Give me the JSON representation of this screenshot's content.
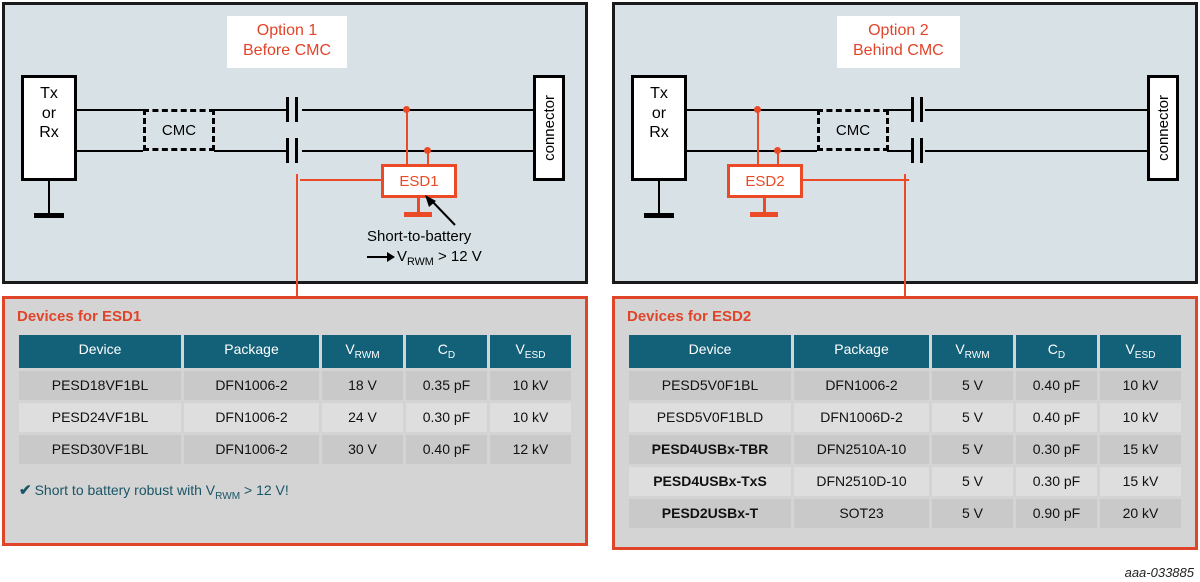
{
  "doc_id": "aaa-033885",
  "panels": [
    {
      "id": "left",
      "option_label": "Option 1\nBefore CMC",
      "source_block": "Tx\nor\nRx",
      "cmc_label": "CMC",
      "connector_label": "connector",
      "esd_label": "ESD1",
      "annotation_line1": "Short-to-battery",
      "annotation_line2_prefix": "V",
      "annotation_line2_sub": "RWM",
      "annotation_line2_suffix": " > 12 V"
    },
    {
      "id": "right",
      "option_label": "Option 2\nBehind CMC",
      "source_block": "Tx\nor\nRx",
      "cmc_label": "CMC",
      "connector_label": "connector",
      "esd_label": "ESD2"
    }
  ],
  "tables": [
    {
      "id": "esd1",
      "title": "Devices for ESD1",
      "columns": [
        {
          "label": "Device",
          "sub": ""
        },
        {
          "label": "Package",
          "sub": ""
        },
        {
          "label": "V",
          "sub": "RWM"
        },
        {
          "label": "C",
          "sub": "D"
        },
        {
          "label": "V",
          "sub": "ESD"
        }
      ],
      "rows": [
        {
          "device": "PESD18VF1BL",
          "highlight": false,
          "package": "DFN1006-2",
          "vrwm": "18 V",
          "cd": "0.35 pF",
          "vesd": "10 kV"
        },
        {
          "device": "PESD24VF1BL",
          "highlight": false,
          "package": "DFN1006-2",
          "vrwm": "24 V",
          "cd": "0.30 pF",
          "vesd": "10 kV"
        },
        {
          "device": "PESD30VF1BL",
          "highlight": false,
          "package": "DFN1006-2",
          "vrwm": "30 V",
          "cd": "0.40 pF",
          "vesd": "12 kV"
        }
      ],
      "note": {
        "check": "✔",
        "text_before": "Short to battery robust with V",
        "sub": "RWM",
        "text_after": " > 12 V!"
      }
    },
    {
      "id": "esd2",
      "title": "Devices for ESD2",
      "columns": [
        {
          "label": "Device",
          "sub": ""
        },
        {
          "label": "Package",
          "sub": ""
        },
        {
          "label": "V",
          "sub": "RWM"
        },
        {
          "label": "C",
          "sub": "D"
        },
        {
          "label": "V",
          "sub": "ESD"
        }
      ],
      "rows": [
        {
          "device": "PESD5V0F1BL",
          "highlight": false,
          "package": "DFN1006-2",
          "vrwm": "5 V",
          "cd": "0.40 pF",
          "vesd": "10 kV"
        },
        {
          "device": "PESD5V0F1BLD",
          "highlight": false,
          "package": "DFN1006D-2",
          "vrwm": "5 V",
          "cd": "0.40 pF",
          "vesd": "10 kV"
        },
        {
          "device": "PESD4USBx-TBR",
          "highlight": true,
          "package": "DFN2510A-10",
          "vrwm": "5 V",
          "cd": "0.30 pF",
          "vesd": "15 kV"
        },
        {
          "device": "PESD4USBx-TxS",
          "highlight": true,
          "package": "DFN2510D-10",
          "vrwm": "5 V",
          "cd": "0.30 pF",
          "vesd": "15 kV"
        },
        {
          "device": "PESD2USBx-T",
          "highlight": true,
          "package": "SOT23",
          "vrwm": "5 V",
          "cd": "0.90 pF",
          "vesd": "20 kV"
        }
      ],
      "note": null
    }
  ],
  "colors": {
    "panel_background": "#d8e2e6",
    "accent_red": "#e0452a",
    "esd_red": "#ea4a25",
    "header_teal": "#136179",
    "note_teal": "#1a5567",
    "row_odd": "#c9c9c9",
    "row_even": "#dedede",
    "card_background": "#d4d4d4"
  }
}
